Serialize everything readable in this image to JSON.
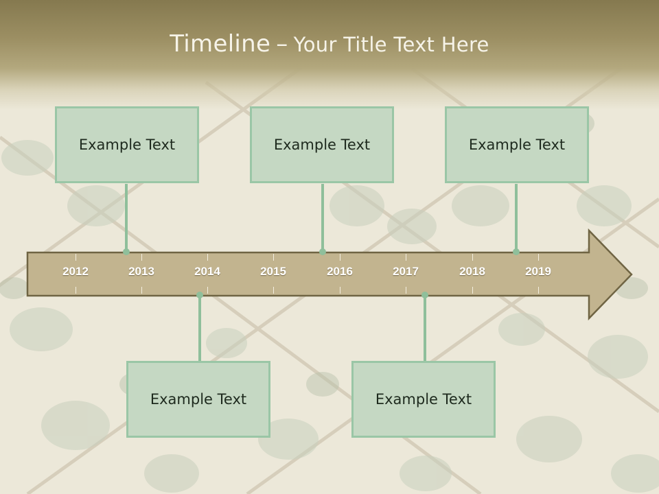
{
  "slide": {
    "title_main": "Timeline",
    "title_separator": "–",
    "title_sub": "Your Title Text Here"
  },
  "timeline": {
    "years": [
      "2012",
      "2013",
      "2014",
      "2015",
      "2016",
      "2017",
      "2018",
      "2019"
    ],
    "events_top": [
      {
        "label": "Example Text"
      },
      {
        "label": "Example Text"
      },
      {
        "label": "Example Text"
      }
    ],
    "events_bottom": [
      {
        "label": "Example Text"
      },
      {
        "label": "Example Text"
      }
    ]
  },
  "colors": {
    "header": "#85794f",
    "arrow_fill": "#c2b48f",
    "arrow_stroke": "#6f6443",
    "box_fill": "#c5d8c3",
    "box_border": "#9ac6a6",
    "connector": "#8fbf9b",
    "background": "#ece8d9"
  }
}
